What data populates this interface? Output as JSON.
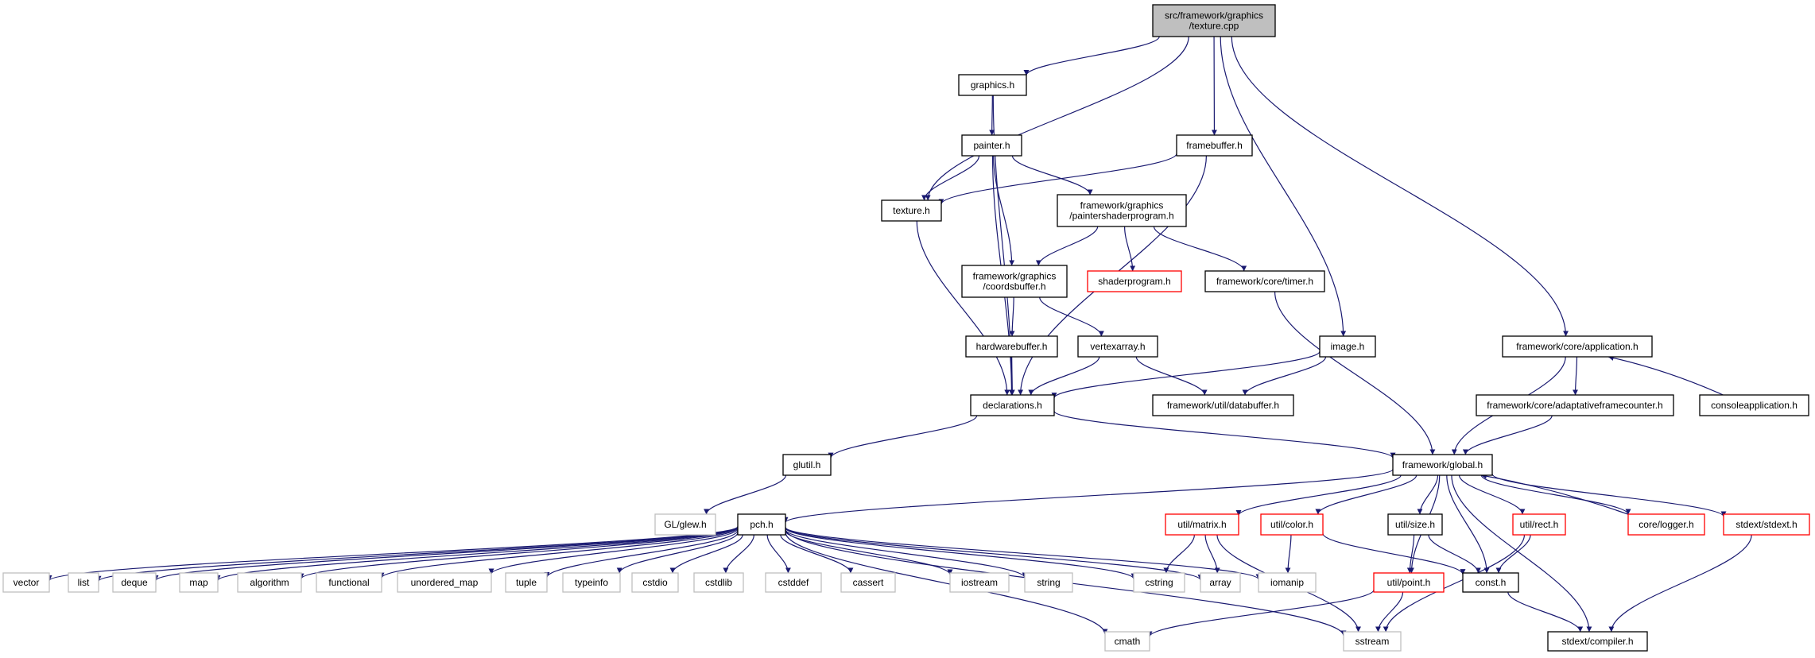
{
  "graph": {
    "nodes": [
      {
        "id": "root",
        "lines": [
          "src/framework/graphics",
          "/texture.cpp"
        ],
        "style": "root"
      },
      {
        "id": "graphics_h",
        "lines": [
          "graphics.h"
        ],
        "style": "normal"
      },
      {
        "id": "painter_h",
        "lines": [
          "painter.h"
        ],
        "style": "normal"
      },
      {
        "id": "framebuffer_h",
        "lines": [
          "framebuffer.h"
        ],
        "style": "normal"
      },
      {
        "id": "texture_h",
        "lines": [
          "texture.h"
        ],
        "style": "normal"
      },
      {
        "id": "paintershaderprogram_h",
        "lines": [
          "framework/graphics",
          "/paintershaderprogram.h"
        ],
        "style": "normal"
      },
      {
        "id": "coordsbuffer_h",
        "lines": [
          "framework/graphics",
          "/coordsbuffer.h"
        ],
        "style": "normal"
      },
      {
        "id": "shaderprogram_h",
        "lines": [
          "shaderprogram.h"
        ],
        "style": "red"
      },
      {
        "id": "timer_h",
        "lines": [
          "framework/core/timer.h"
        ],
        "style": "normal"
      },
      {
        "id": "hardwarebuffer_h",
        "lines": [
          "hardwarebuffer.h"
        ],
        "style": "normal"
      },
      {
        "id": "vertexarray_h",
        "lines": [
          "vertexarray.h"
        ],
        "style": "normal"
      },
      {
        "id": "image_h",
        "lines": [
          "image.h"
        ],
        "style": "normal"
      },
      {
        "id": "application_h",
        "lines": [
          "framework/core/application.h"
        ],
        "style": "normal"
      },
      {
        "id": "declarations_h",
        "lines": [
          "declarations.h"
        ],
        "style": "normal"
      },
      {
        "id": "databuffer_h",
        "lines": [
          "framework/util/databuffer.h"
        ],
        "style": "normal"
      },
      {
        "id": "adaptativeframecounter_h",
        "lines": [
          "framework/core/adaptativeframecounter.h"
        ],
        "style": "normal"
      },
      {
        "id": "consoleapplication_h",
        "lines": [
          "consoleapplication.h"
        ],
        "style": "normal"
      },
      {
        "id": "glutil_h",
        "lines": [
          "glutil.h"
        ],
        "style": "normal"
      },
      {
        "id": "global_h",
        "lines": [
          "framework/global.h"
        ],
        "style": "normal"
      },
      {
        "id": "glew_h",
        "lines": [
          "GL/glew.h"
        ],
        "style": "gray"
      },
      {
        "id": "pch_h",
        "lines": [
          "pch.h"
        ],
        "style": "normal"
      },
      {
        "id": "matrix_h",
        "lines": [
          "util/matrix.h"
        ],
        "style": "red"
      },
      {
        "id": "color_h",
        "lines": [
          "util/color.h"
        ],
        "style": "red"
      },
      {
        "id": "size_h",
        "lines": [
          "util/size.h"
        ],
        "style": "normal"
      },
      {
        "id": "rect_h",
        "lines": [
          "util/rect.h"
        ],
        "style": "red"
      },
      {
        "id": "logger_h",
        "lines": [
          "core/logger.h"
        ],
        "style": "red"
      },
      {
        "id": "stdext_h",
        "lines": [
          "stdext/stdext.h"
        ],
        "style": "red"
      },
      {
        "id": "vector",
        "lines": [
          "vector"
        ],
        "style": "gray"
      },
      {
        "id": "list",
        "lines": [
          "list"
        ],
        "style": "gray"
      },
      {
        "id": "deque",
        "lines": [
          "deque"
        ],
        "style": "gray"
      },
      {
        "id": "map",
        "lines": [
          "map"
        ],
        "style": "gray"
      },
      {
        "id": "algorithm",
        "lines": [
          "algorithm"
        ],
        "style": "gray"
      },
      {
        "id": "functional",
        "lines": [
          "functional"
        ],
        "style": "gray"
      },
      {
        "id": "unordered_map",
        "lines": [
          "unordered_map"
        ],
        "style": "gray"
      },
      {
        "id": "tuple",
        "lines": [
          "tuple"
        ],
        "style": "gray"
      },
      {
        "id": "typeinfo",
        "lines": [
          "typeinfo"
        ],
        "style": "gray"
      },
      {
        "id": "cstdio",
        "lines": [
          "cstdio"
        ],
        "style": "gray"
      },
      {
        "id": "cstdlib",
        "lines": [
          "cstdlib"
        ],
        "style": "gray"
      },
      {
        "id": "cstddef",
        "lines": [
          "cstddef"
        ],
        "style": "gray"
      },
      {
        "id": "cassert",
        "lines": [
          "cassert"
        ],
        "style": "gray"
      },
      {
        "id": "iostream",
        "lines": [
          "iostream"
        ],
        "style": "gray"
      },
      {
        "id": "string",
        "lines": [
          "string"
        ],
        "style": "gray"
      },
      {
        "id": "cstring",
        "lines": [
          "cstring"
        ],
        "style": "gray"
      },
      {
        "id": "array",
        "lines": [
          "array"
        ],
        "style": "gray"
      },
      {
        "id": "iomanip",
        "lines": [
          "iomanip"
        ],
        "style": "gray"
      },
      {
        "id": "point_h",
        "lines": [
          "util/point.h"
        ],
        "style": "red"
      },
      {
        "id": "const_h",
        "lines": [
          "const.h"
        ],
        "style": "normal"
      },
      {
        "id": "cmath",
        "lines": [
          "cmath"
        ],
        "style": "gray"
      },
      {
        "id": "sstream",
        "lines": [
          "sstream"
        ],
        "style": "gray"
      },
      {
        "id": "compiler_h",
        "lines": [
          "stdext/compiler.h"
        ],
        "style": "normal"
      }
    ],
    "edges": [
      [
        "root",
        "graphics_h"
      ],
      [
        "root",
        "texture_h"
      ],
      [
        "root",
        "framebuffer_h"
      ],
      [
        "root",
        "image_h"
      ],
      [
        "root",
        "application_h"
      ],
      [
        "graphics_h",
        "painter_h"
      ],
      [
        "graphics_h",
        "declarations_h"
      ],
      [
        "painter_h",
        "texture_h"
      ],
      [
        "painter_h",
        "paintershaderprogram_h"
      ],
      [
        "painter_h",
        "coordsbuffer_h"
      ],
      [
        "painter_h",
        "declarations_h"
      ],
      [
        "framebuffer_h",
        "texture_h"
      ],
      [
        "framebuffer_h",
        "declarations_h"
      ],
      [
        "texture_h",
        "declarations_h"
      ],
      [
        "paintershaderprogram_h",
        "coordsbuffer_h"
      ],
      [
        "paintershaderprogram_h",
        "shaderprogram_h"
      ],
      [
        "paintershaderprogram_h",
        "timer_h"
      ],
      [
        "coordsbuffer_h",
        "hardwarebuffer_h"
      ],
      [
        "coordsbuffer_h",
        "vertexarray_h"
      ],
      [
        "timer_h",
        "global_h"
      ],
      [
        "hardwarebuffer_h",
        "declarations_h"
      ],
      [
        "vertexarray_h",
        "declarations_h"
      ],
      [
        "vertexarray_h",
        "databuffer_h"
      ],
      [
        "image_h",
        "declarations_h"
      ],
      [
        "image_h",
        "databuffer_h"
      ],
      [
        "application_h",
        "global_h"
      ],
      [
        "application_h",
        "adaptativeframecounter_h"
      ],
      [
        "consoleapplication_h",
        "application_h"
      ],
      [
        "adaptativeframecounter_h",
        "global_h"
      ],
      [
        "declarations_h",
        "glutil_h"
      ],
      [
        "declarations_h",
        "global_h"
      ],
      [
        "glutil_h",
        "glew_h"
      ],
      [
        "global_h",
        "pch_h"
      ],
      [
        "global_h",
        "matrix_h"
      ],
      [
        "global_h",
        "color_h"
      ],
      [
        "global_h",
        "size_h"
      ],
      [
        "global_h",
        "rect_h"
      ],
      [
        "global_h",
        "logger_h"
      ],
      [
        "global_h",
        "stdext_h"
      ],
      [
        "global_h",
        "point_h"
      ],
      [
        "global_h",
        "const_h"
      ],
      [
        "global_h",
        "compiler_h"
      ],
      [
        "logger_h",
        "global_h"
      ],
      [
        "pch_h",
        "vector"
      ],
      [
        "pch_h",
        "list"
      ],
      [
        "pch_h",
        "deque"
      ],
      [
        "pch_h",
        "map"
      ],
      [
        "pch_h",
        "algorithm"
      ],
      [
        "pch_h",
        "functional"
      ],
      [
        "pch_h",
        "unordered_map"
      ],
      [
        "pch_h",
        "tuple"
      ],
      [
        "pch_h",
        "typeinfo"
      ],
      [
        "pch_h",
        "cstdio"
      ],
      [
        "pch_h",
        "cstdlib"
      ],
      [
        "pch_h",
        "cstddef"
      ],
      [
        "pch_h",
        "cassert"
      ],
      [
        "pch_h",
        "iostream"
      ],
      [
        "pch_h",
        "string"
      ],
      [
        "pch_h",
        "cstring"
      ],
      [
        "pch_h",
        "array"
      ],
      [
        "pch_h",
        "iomanip"
      ],
      [
        "pch_h",
        "cmath"
      ],
      [
        "pch_h",
        "sstream"
      ],
      [
        "matrix_h",
        "cstring"
      ],
      [
        "matrix_h",
        "array"
      ],
      [
        "matrix_h",
        "sstream"
      ],
      [
        "color_h",
        "iomanip"
      ],
      [
        "color_h",
        "const_h"
      ],
      [
        "size_h",
        "point_h"
      ],
      [
        "size_h",
        "const_h"
      ],
      [
        "rect_h",
        "const_h"
      ],
      [
        "rect_h",
        "sstream"
      ],
      [
        "point_h",
        "cmath"
      ],
      [
        "point_h",
        "sstream"
      ],
      [
        "const_h",
        "compiler_h"
      ],
      [
        "stdext_h",
        "compiler_h"
      ]
    ],
    "colors": {
      "edge": "#191970",
      "border_normal": "#000000",
      "border_red": "#ff0000",
      "border_gray": "#bfbfbf",
      "root_fill": "#bfbfbf",
      "text": "#000000",
      "text_gray": "#000000"
    }
  }
}
